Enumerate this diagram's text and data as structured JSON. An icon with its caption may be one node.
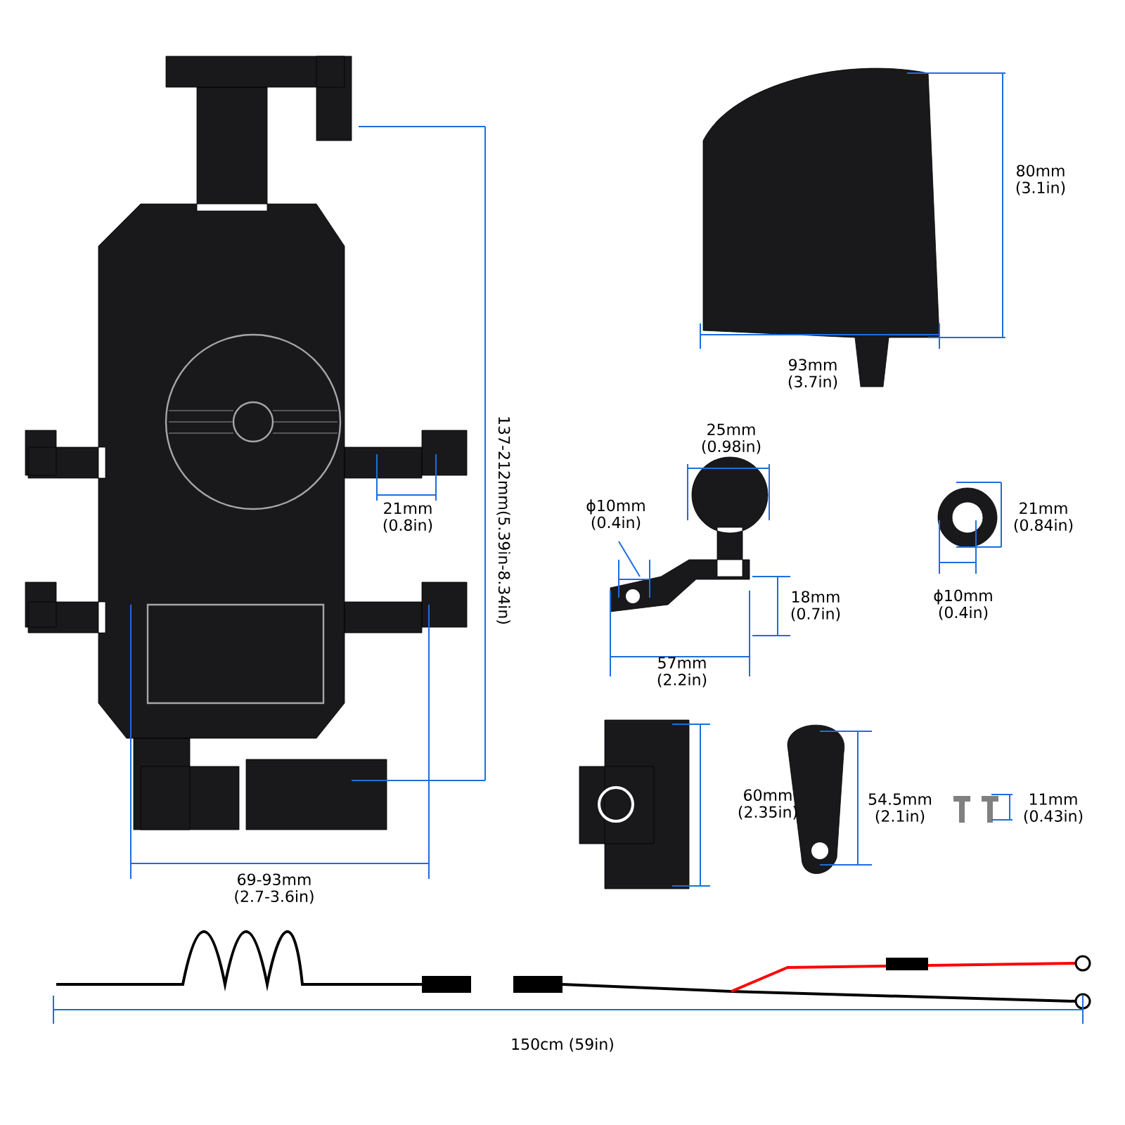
{
  "diagram": {
    "labels": [
      "137-212mm(5.39in-8.34in)",
      "80mm (3.1in)",
      "93mm (3.7in)",
      "25mm (0.98in)",
      "21mm (0.8in)",
      "ϕ10mm (0.4in)",
      "21mm (0.84in)",
      "18mm (0.7in)",
      "ϕ10mm (0.4in)",
      "57mm (2.2in)",
      "60mm (2.35in)",
      "54.5mm (2.1in)",
      "11mm (0.43in)",
      "69-93mm (2.7-3.6in)",
      "150cm (59in)"
    ]
  }
}
